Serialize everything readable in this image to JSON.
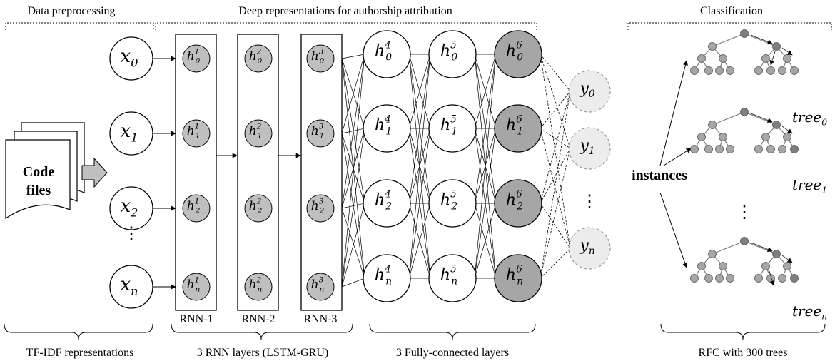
{
  "sections": {
    "preprocessing": "Data preprocessing",
    "deep": "Deep representations for authorship attribution",
    "classification": "Classification"
  },
  "bottom_labels": {
    "tfidf": "TF-IDF representations",
    "rnn": "3 RNN layers (LSTM-GRU)",
    "fc": "3 Fully-connected layers",
    "rfc": "RFC with 300 trees"
  },
  "code_files": {
    "line1": "Code",
    "line2": "files"
  },
  "inputs": {
    "base": "x",
    "subs": [
      "0",
      "1",
      "2",
      "n"
    ],
    "ellipsis": "⋮"
  },
  "rnn_layers": [
    {
      "label": "RNN-1",
      "sup": "1"
    },
    {
      "label": "RNN-2",
      "sup": "2"
    },
    {
      "label": "RNN-3",
      "sup": "3"
    }
  ],
  "fc_layers": [
    {
      "sup": "4"
    },
    {
      "sup": "5"
    },
    {
      "sup": "6"
    }
  ],
  "node_subs": [
    "0",
    "1",
    "2",
    "n"
  ],
  "hidden_base": "h",
  "outputs": {
    "base": "y",
    "subs": [
      "0",
      "1",
      "n"
    ],
    "ellipsis": "⋮"
  },
  "instances_label": "instances",
  "trees": {
    "base": "tree",
    "subs": [
      "0",
      "1",
      "n"
    ],
    "ellipsis": "⋮"
  },
  "colors": {
    "stroke": "#000000",
    "rnn_node_fill": "#bfbfbf",
    "fc_last_fill": "#a6a6a6",
    "output_fill": "#ececec",
    "tree_node_fill": "#a6a6a6",
    "tree_highlight_fill": "#7f7f7f",
    "tree_line": "#7f7f7f",
    "arrow_fill": "#bfbfbf"
  }
}
